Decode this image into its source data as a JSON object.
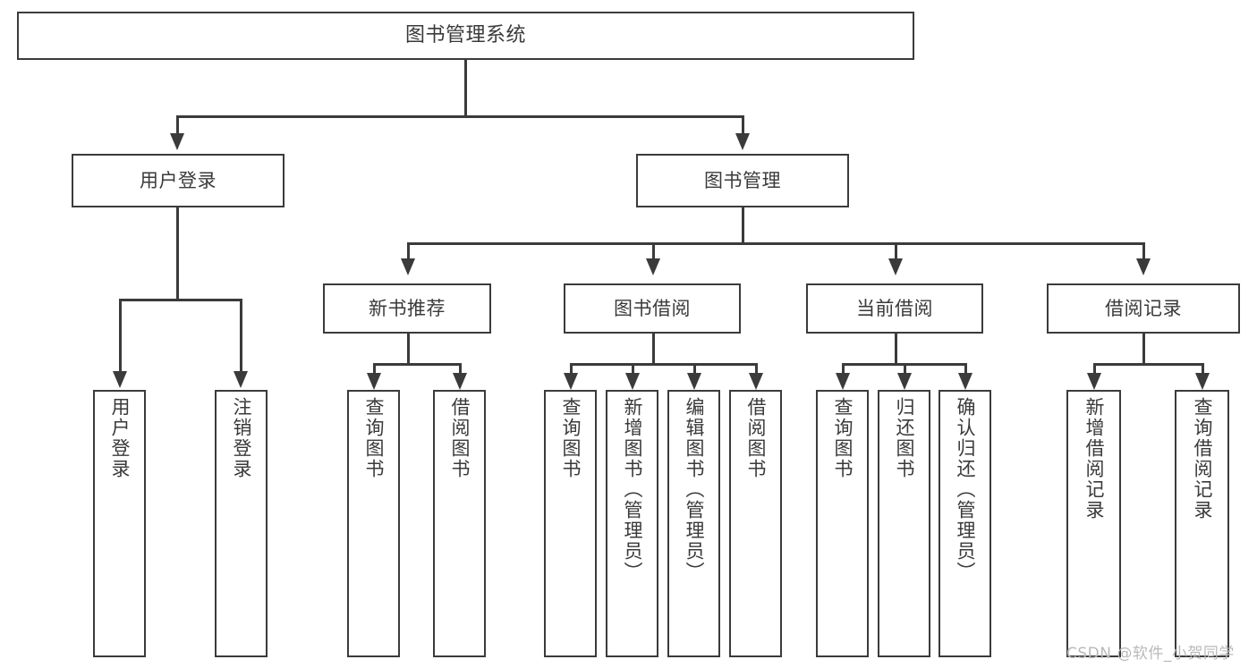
{
  "diagram": {
    "title": "图书管理系统",
    "type": "hierarchy-tree",
    "root": {
      "label": "图书管理系统"
    },
    "level1": [
      {
        "id": "user-login",
        "label": "用户登录"
      },
      {
        "id": "book-management",
        "label": "图书管理"
      }
    ],
    "level2": [
      {
        "id": "new-book-recommend",
        "label": "新书推荐",
        "parent": "book-management"
      },
      {
        "id": "book-borrow",
        "label": "图书借阅",
        "parent": "book-management"
      },
      {
        "id": "current-borrow",
        "label": "当前借阅",
        "parent": "book-management"
      },
      {
        "id": "borrow-record",
        "label": "借阅记录",
        "parent": "book-management"
      }
    ],
    "leaves": {
      "user_login": [
        {
          "id": "leaf-user-login",
          "label": "用户登录"
        },
        {
          "id": "leaf-logout-login",
          "label": "注销登录"
        }
      ],
      "new_book_recommend": [
        {
          "id": "leaf-query-book-1",
          "label": "查询图书"
        },
        {
          "id": "leaf-borrow-book-1",
          "label": "借阅图书"
        }
      ],
      "book_borrow": [
        {
          "id": "leaf-query-book-2",
          "label": "查询图书"
        },
        {
          "id": "leaf-add-book",
          "label": "新增图书（管理员）"
        },
        {
          "id": "leaf-edit-book",
          "label": "编辑图书（管理员）"
        },
        {
          "id": "leaf-borrow-book-2",
          "label": "借阅图书"
        }
      ],
      "current_borrow": [
        {
          "id": "leaf-query-book-3",
          "label": "查询图书"
        },
        {
          "id": "leaf-return-book",
          "label": "归还图书"
        },
        {
          "id": "leaf-confirm-return",
          "label": "确认归还（管理员）"
        }
      ],
      "borrow_record": [
        {
          "id": "leaf-add-record",
          "label": "新增借阅记录"
        },
        {
          "id": "leaf-query-record",
          "label": "查询借阅记录"
        }
      ]
    },
    "colors": {
      "stroke": "#3b3b3b",
      "text": "#3a3a3a",
      "background": "#ffffff",
      "watermark": "#b9b9b9"
    }
  },
  "watermark": {
    "text": "CSDN @软件_小贺同学"
  }
}
